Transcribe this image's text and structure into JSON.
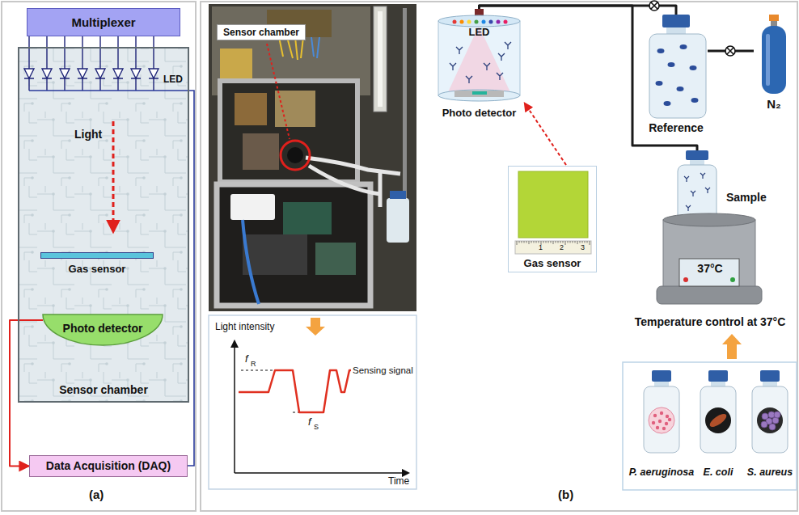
{
  "diagram": {
    "nodes": [
      {
        "text": [
          "Multiplexer"
        ]
      },
      {
        "text": [
          "Sensor chamber"
        ]
      },
      {
        "text": [
          "Gas sensor"
        ],
        "in": 1
      },
      {
        "text": [
          "Photo detector"
        ],
        "in": 1
      },
      {
        "text": [
          "Data Acquisition (DAQ)"
        ]
      },
      {
        "text": [
          "Sensor chamber"
        ]
      },
      {
        "text": [
          "LED",
          "Photo detector"
        ]
      },
      {
        "text": [
          "Gas sensor"
        ]
      },
      {
        "text": [
          "Reference"
        ]
      },
      {
        "text": [
          "N₂"
        ]
      },
      {
        "text": [
          "Sample"
        ]
      },
      {
        "text": [
          "37°C",
          "Temperature control at 37°C"
        ]
      },
      {
        "text": [
          "P. aeruginosa"
        ]
      },
      {
        "text": [
          "E. coli"
        ]
      },
      {
        "text": [
          "S. aureus"
        ]
      }
    ],
    "edges": [
      {
        "from": 3,
        "to": 4,
        "arrow": "to"
      },
      {
        "from": 6,
        "to": 8,
        "arrow": "none"
      },
      {
        "from": 9,
        "to": 8,
        "arrow": "none"
      },
      {
        "from": 10,
        "to": 6,
        "arrow": "none"
      }
    ],
    "labels": [
      "LED",
      "Light",
      "(a)",
      "Light intensity",
      "f",
      "R",
      "f",
      "S",
      "Sensing signal",
      "Time",
      "1",
      "2",
      "3",
      "(b)"
    ]
  }
}
